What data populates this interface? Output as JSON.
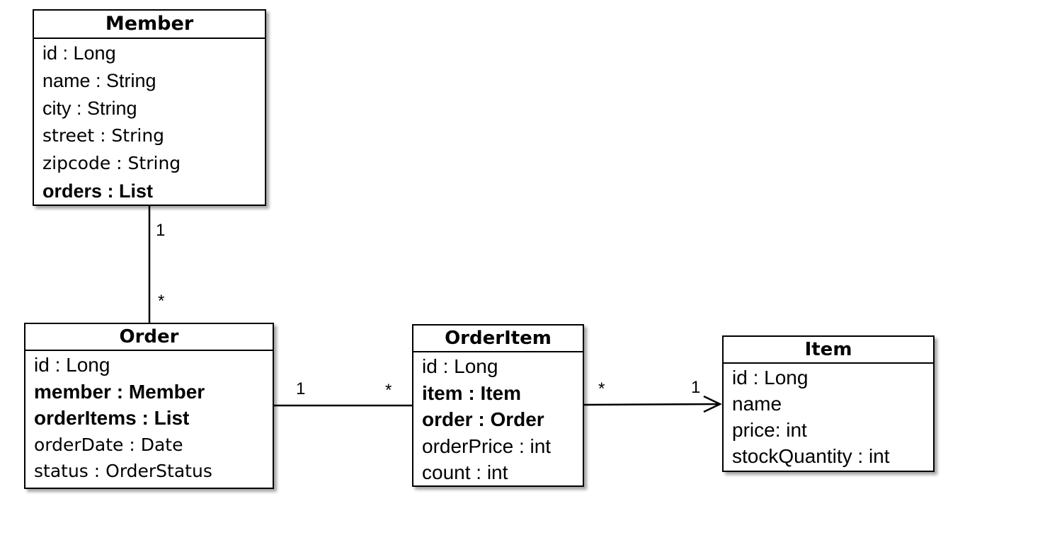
{
  "classes": {
    "member": {
      "name": "Member",
      "attributes": [
        "id : Long",
        "name : String",
        "city : String",
        "street : String",
        "zipcode : String",
        "orders : List"
      ]
    },
    "order": {
      "name": "Order",
      "attributes": [
        "id : Long",
        "member : Member",
        "orderItems : List",
        "orderDate : Date",
        "status : OrderStatus"
      ]
    },
    "orderitem": {
      "name": "OrderItem",
      "attributes": [
        "id : Long",
        "item : Item",
        "order : Order",
        "orderPrice : int",
        "count : int"
      ]
    },
    "item": {
      "name": "Item",
      "attributes": [
        "id : Long",
        "name",
        "price: int",
        "stockQuantity : int"
      ]
    }
  },
  "associations": {
    "member_order": {
      "source_multiplicity": "1",
      "target_multiplicity": "*"
    },
    "order_orderitem": {
      "source_multiplicity": "1",
      "target_multiplicity": "*"
    },
    "orderitem_item": {
      "source_multiplicity": "*",
      "target_multiplicity": "1",
      "arrow": "open-arrow-to-item"
    }
  }
}
